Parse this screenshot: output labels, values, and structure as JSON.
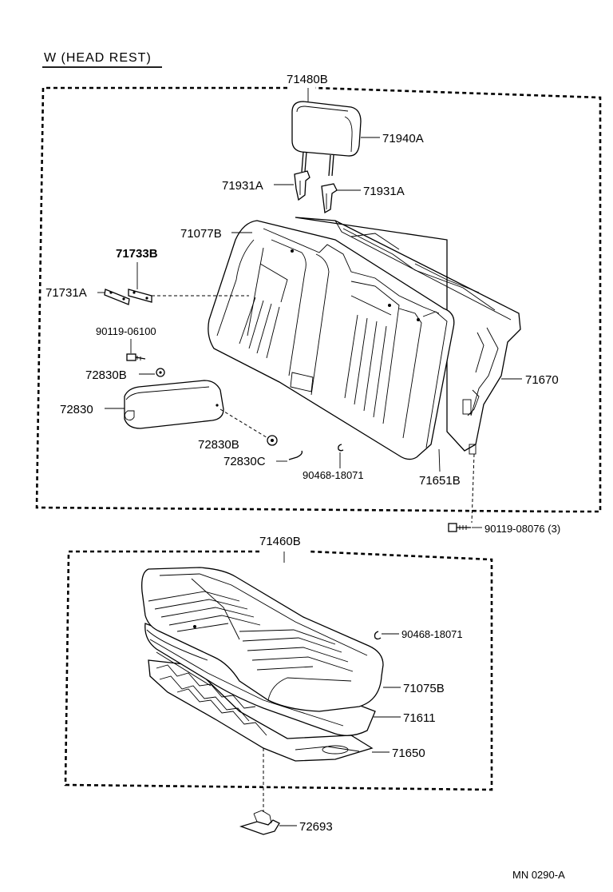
{
  "title": "W (HEAD REST)",
  "drawing_code": "MN  0290-A",
  "upper_assembly": {
    "number": "71480B",
    "parts": {
      "headrest": "71940A",
      "headrest_support_left": "71931A",
      "headrest_support_right": "71931A",
      "seatback_cover": "71077B",
      "bracket_upper": "71733B",
      "bracket_lower": "71731A",
      "bolt_upper": "90119-06100",
      "armrest_clip_upper": "72830B",
      "armrest": "72830",
      "armrest_clip_lower": "72830B",
      "armrest_pin": "72830C",
      "hog_ring_back": "90468-18071",
      "seatback_pad": "71651B",
      "seatback_frame": "71670"
    }
  },
  "bolt_outside": "90119-08076 (3)",
  "lower_assembly": {
    "number": "71460B",
    "parts": {
      "hog_ring_cushion": "90468-18071",
      "cushion_cover": "71075B",
      "cushion_pad": "71611",
      "cushion_frame": "71650"
    }
  },
  "hook": "72693"
}
